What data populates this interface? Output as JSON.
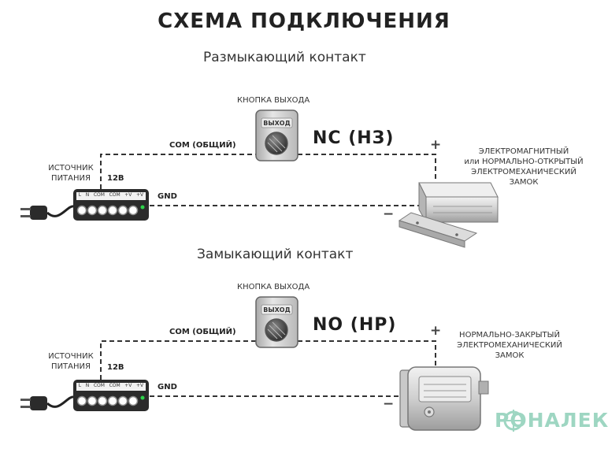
{
  "title": "СХЕМА ПОДКЛЮЧЕНИЯ",
  "section_nc": {
    "heading": "Размыкающий контакт",
    "button_caption": "КНОПКА ВЫХОДА",
    "button_text": "ВЫХОД",
    "contact_type": "NC (НЗ)",
    "com_label": "COM (ОБЩИЙ)",
    "voltage_label": "12В",
    "gnd_label": "GND",
    "plus_sign": "+",
    "minus_sign": "−",
    "power_supply_line1": "ИСТОЧНИК",
    "power_supply_line2": "ПИТАНИЯ",
    "lock_line1": "ЭЛЕКТРОМАГНИТНЫЙ",
    "lock_line2": "или НОРМАЛЬНО-ОТКРЫТЫЙ",
    "lock_line3": "ЭЛЕКТРОМЕХАНИЧЕСКИЙ",
    "lock_line4": "ЗАМОК"
  },
  "section_no": {
    "heading": "Замыкающий контакт",
    "button_caption": "КНОПКА ВЫХОДА",
    "button_text": "ВЫХОД",
    "contact_type": "NO (НР)",
    "com_label": "COM (ОБЩИЙ)",
    "voltage_label": "12В",
    "gnd_label": "GND",
    "plus_sign": "+",
    "minus_sign": "−",
    "power_supply_line1": "ИСТОЧНИК",
    "power_supply_line2": "ПИТАНИЯ",
    "lock_line1": "НОРМАЛЬНО-ЗАКРЫТЫЙ",
    "lock_line2": "ЭЛЕКТРОМЕХАНИЧЕСКИЙ",
    "lock_line3": "ЗАМОК"
  },
  "terminal_labels": [
    "L",
    "N",
    "COM",
    "COM",
    "+V",
    "+V"
  ],
  "logo_text": "РОНАЛЕКС",
  "colors": {
    "wire": "#333333",
    "psu_body": "#2b2b2b",
    "logo": "#9ed6c2",
    "lock_metal": "#d7d7d7"
  },
  "icons": [
    "power-plug-icon",
    "power-supply-icon",
    "exit-button-icon",
    "electromagnetic-lock-icon",
    "armature-plate-icon",
    "electromechanical-lock-icon",
    "logo-icon"
  ]
}
